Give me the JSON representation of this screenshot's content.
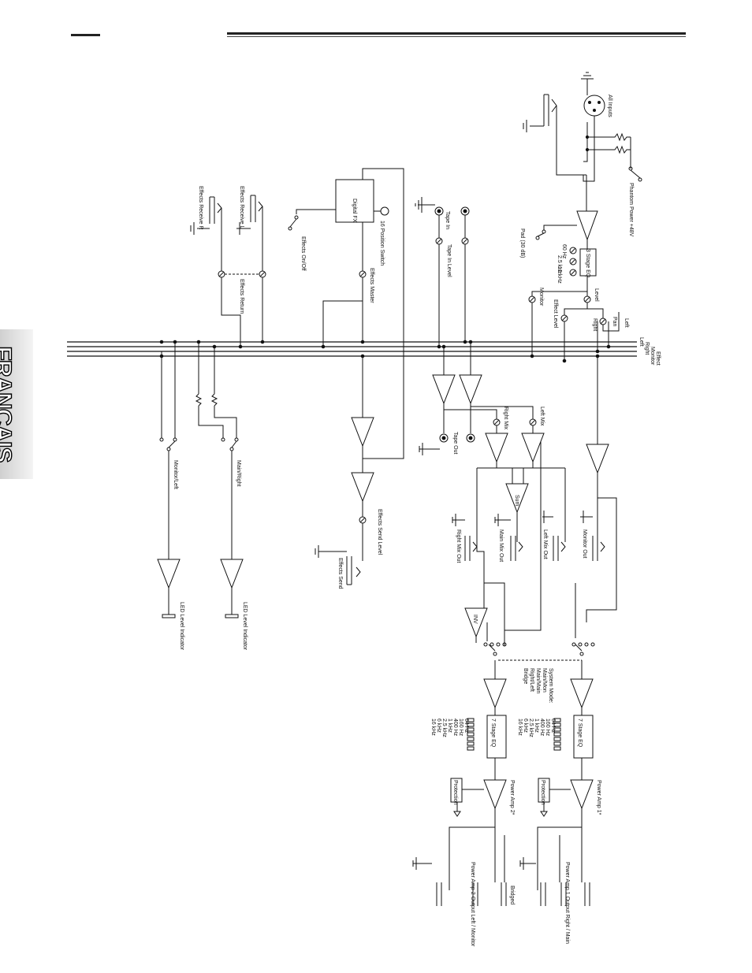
{
  "language_tab": "FRANÇAIS",
  "labels": {
    "all_inputs": "All Inputs",
    "phantom_power": "Phantom Power +48V",
    "pad": "Pad (30 dB)",
    "eq3": "3 Stage EQ",
    "eq3_bands": [
      "60 Hz",
      "2.5 kHz",
      "12 kHz"
    ],
    "monitor": "Monitor",
    "level": "Level",
    "effect_level": "Effect Level",
    "pan": "Pan",
    "left": "Left",
    "right": "Right",
    "bus_left": "Left",
    "bus_right": "Right",
    "bus_monitor": "Monitor",
    "bus_effect": "Effect",
    "tape_in": "Tape In",
    "tape_in_level": "Tape In Level",
    "digital_fx": "Digital FX",
    "position_switch": "16 Position Switch",
    "effects_master": "Effects Master",
    "effects_on_off": "Effects On/Off",
    "effects_receive_l": "Effects Receive L",
    "effects_receive_r": "Effects Receive R",
    "effects_return": "Effects Return",
    "right_mix": "Right Mix",
    "left_mix": "Left Mix",
    "tape_out": "Tape Out",
    "sum": "Sum",
    "right_mix_out": "Right Mix Out",
    "main_mix_out": "Main Mix Out",
    "left_mix_out": "Left Mix Out",
    "monitor_out": "Monitor Out",
    "effects_send_level": "Effects Send Level",
    "effects_send": "Effects Send",
    "monitor_left": "Monitor/Left",
    "main_right": "Main/Right",
    "led_level_indicator": "LED Level Indicator",
    "inv": "INV",
    "system_mode": "System Mode: Main/Mon Main/Main Right/Left Bridge",
    "eq7": "7 Stage EQ",
    "eq7_bands": [
      "64 Hz",
      "160 Hz",
      "400 Hz",
      "1 kHz",
      "2.5 kHz",
      "6 kHz",
      "16 kHz"
    ],
    "power_amp_1": "Power Amp 1*",
    "power_amp_2": "Power Amp 2*",
    "protection": "Protection",
    "pa1_output": "Power Amp 1 Output Right / Main",
    "pa2_output": "Power Amp 2 Output Left / Monitor",
    "bridged": "Bridged"
  }
}
